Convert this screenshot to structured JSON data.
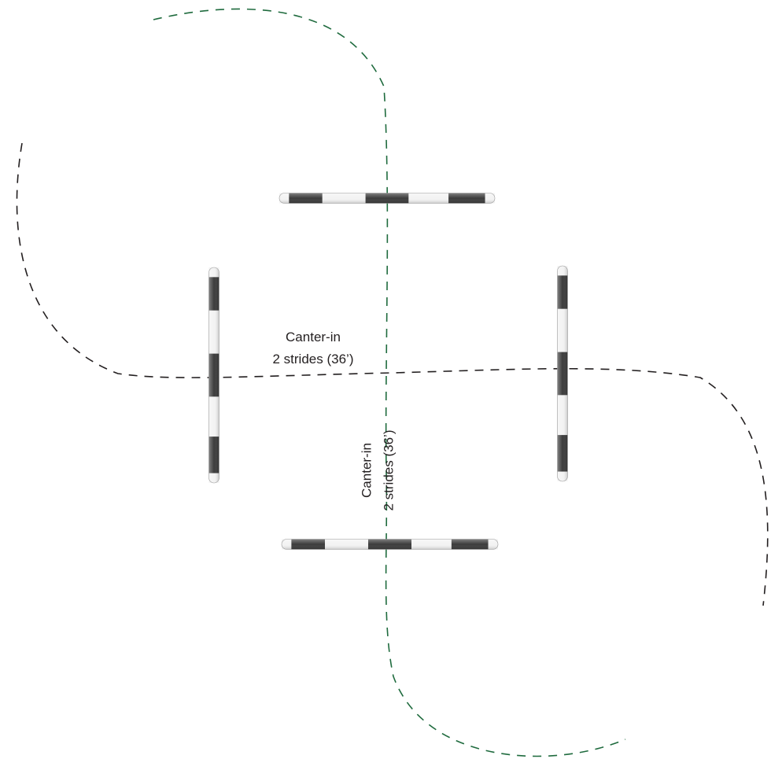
{
  "colors": {
    "black_path": "#231f20",
    "green_path": "#1f6b3e",
    "pole_dark": "#3c3c3c",
    "pole_light": "#f3f3f3"
  },
  "labels": {
    "horizontal": {
      "line1": "Canter-in",
      "line2": "2 strides (36’)"
    },
    "vertical": {
      "line1": "Canter-in",
      "line2": "2 strides (36’)"
    }
  },
  "poles": [
    {
      "id": "top",
      "orientation": "horizontal"
    },
    {
      "id": "bottom",
      "orientation": "horizontal"
    },
    {
      "id": "left",
      "orientation": "vertical"
    },
    {
      "id": "right",
      "orientation": "vertical"
    }
  ]
}
